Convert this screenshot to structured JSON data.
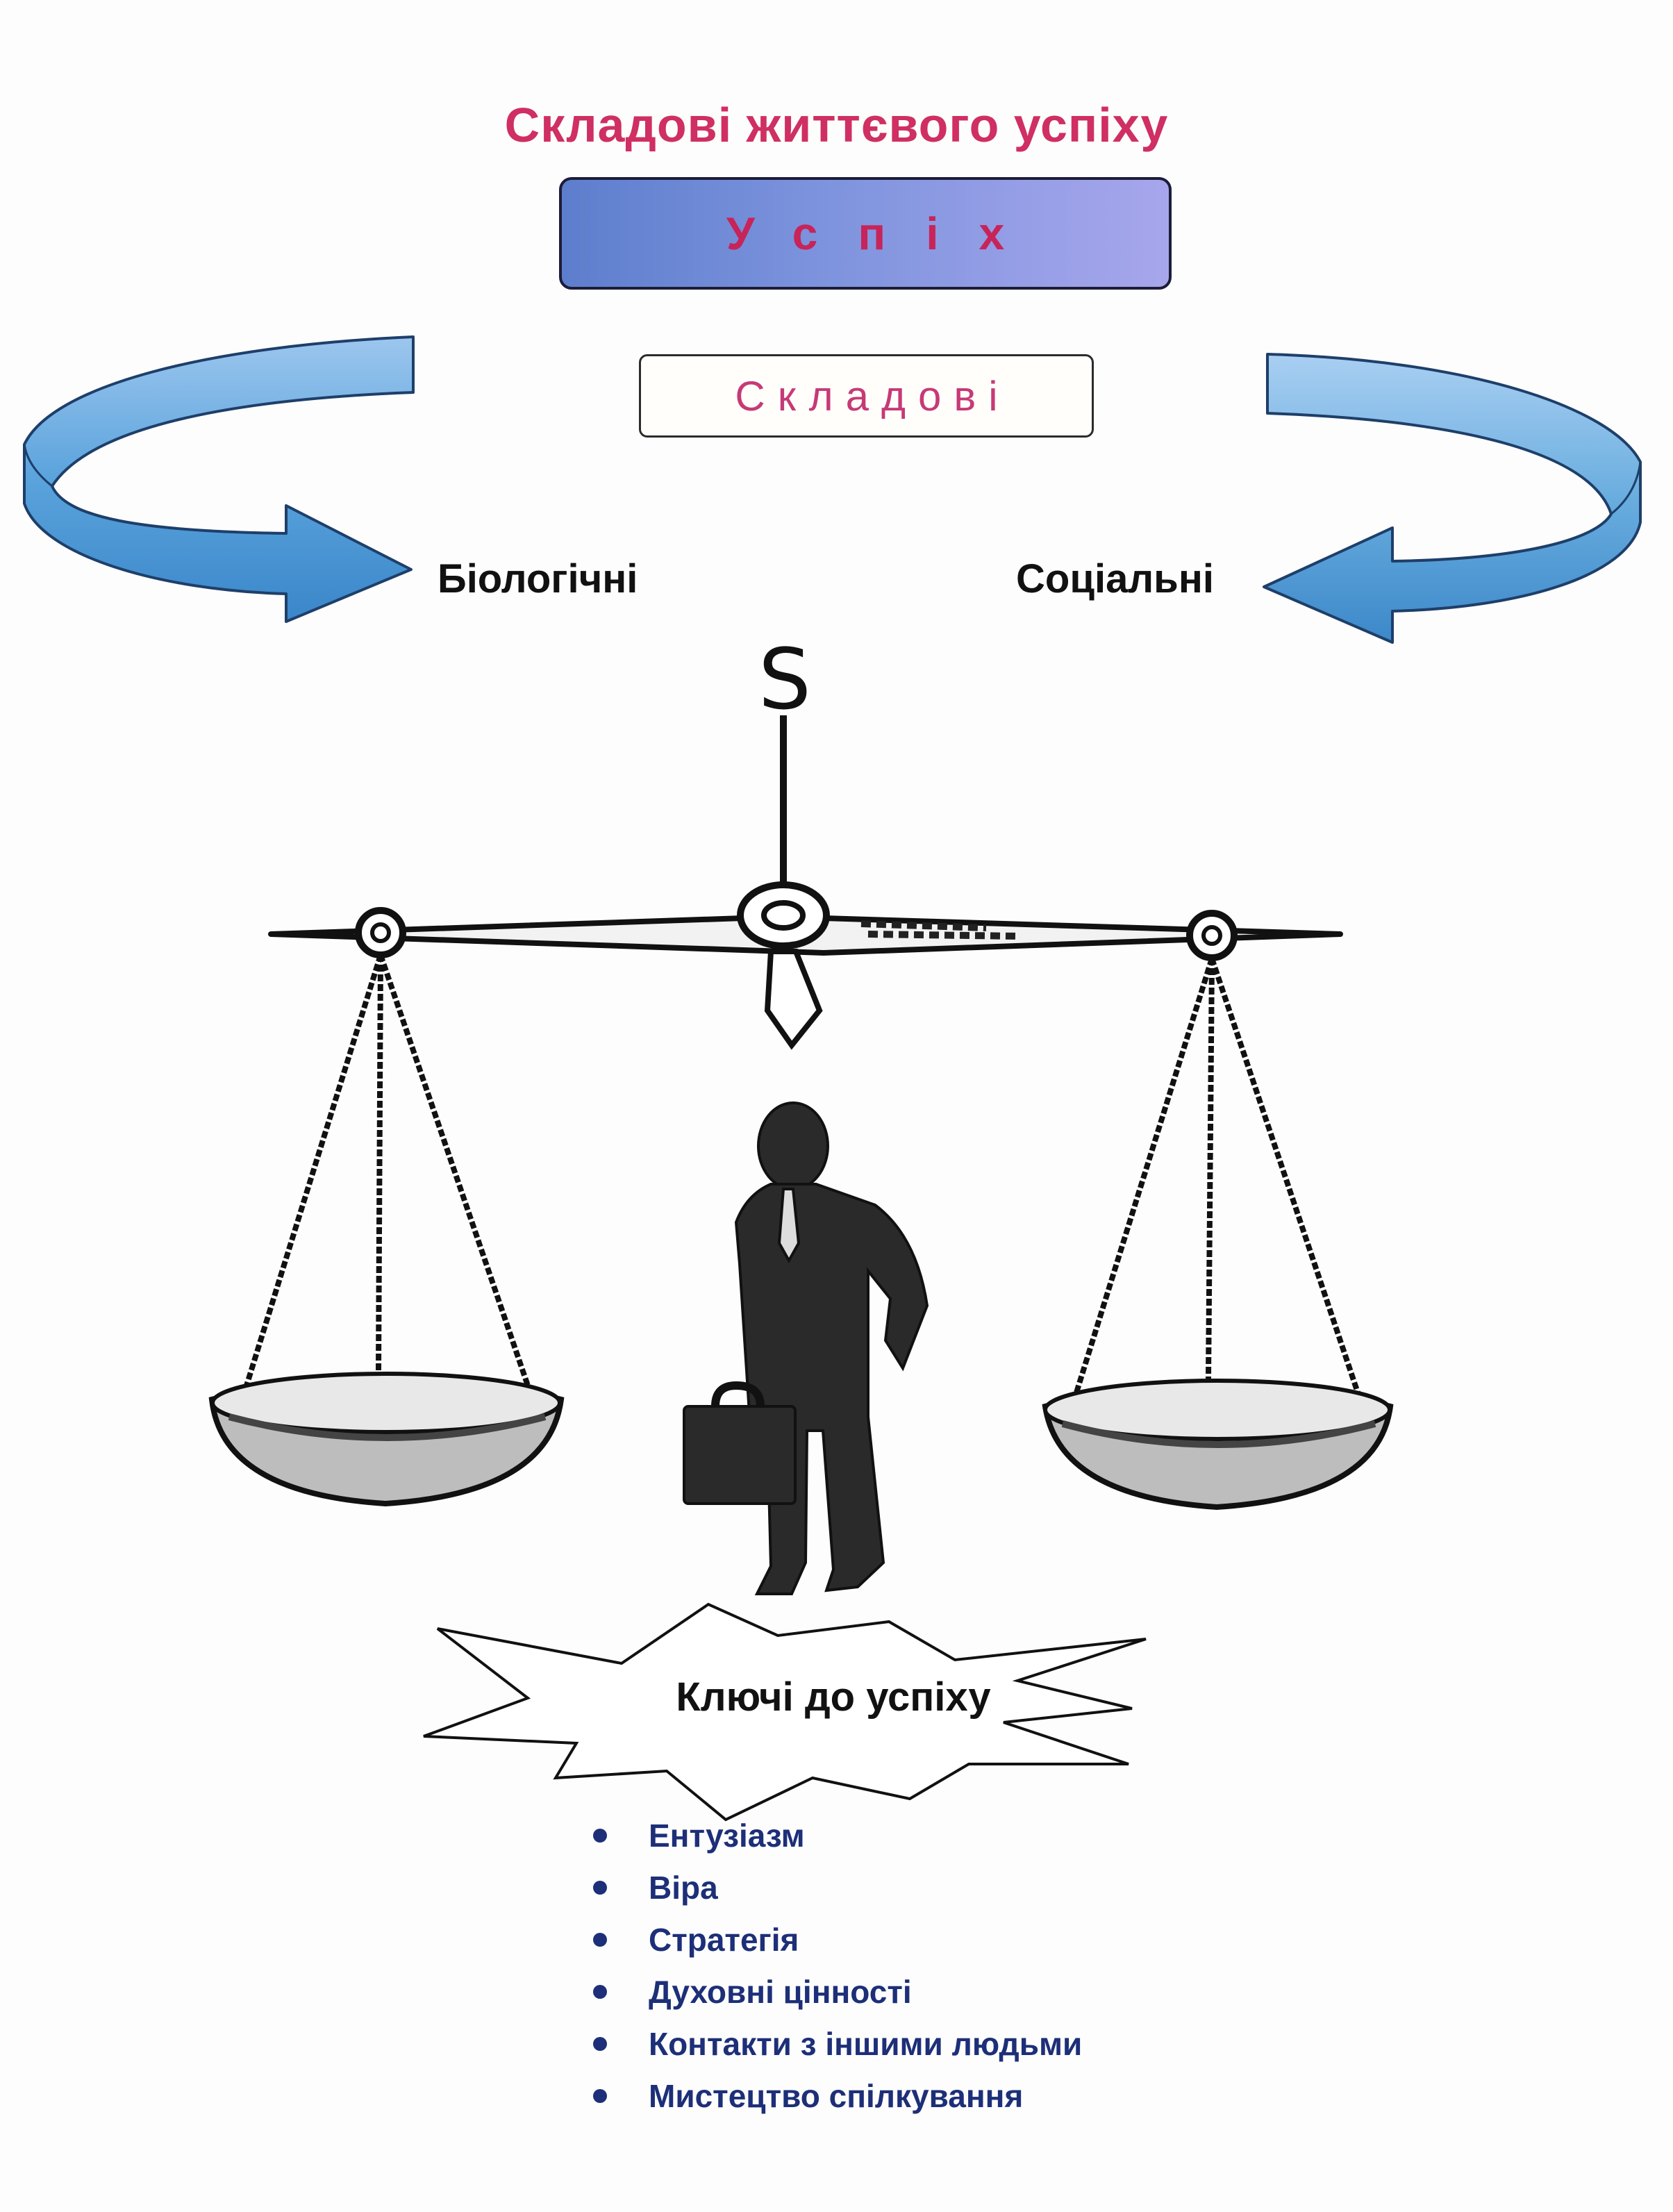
{
  "title": "Складові життєвого успіху",
  "success_box": {
    "label": "Успіх"
  },
  "components_box": {
    "label": "Складові"
  },
  "left_label": "Біологічні",
  "right_label": "Соціальні",
  "hook_letter": "S",
  "keys_title": "Ключі до успіху",
  "keys": [
    "Ентузіазм",
    "Віра",
    "Стратегія",
    "Духовні цінності",
    "Контакти з іншими людьми",
    "Мистецтво спілкування"
  ],
  "colors": {
    "title": "#cf2f63",
    "arrow_top": "#8ab5e8",
    "arrow_bottom": "#3b8fd0",
    "list_text": "#1d2f78"
  }
}
